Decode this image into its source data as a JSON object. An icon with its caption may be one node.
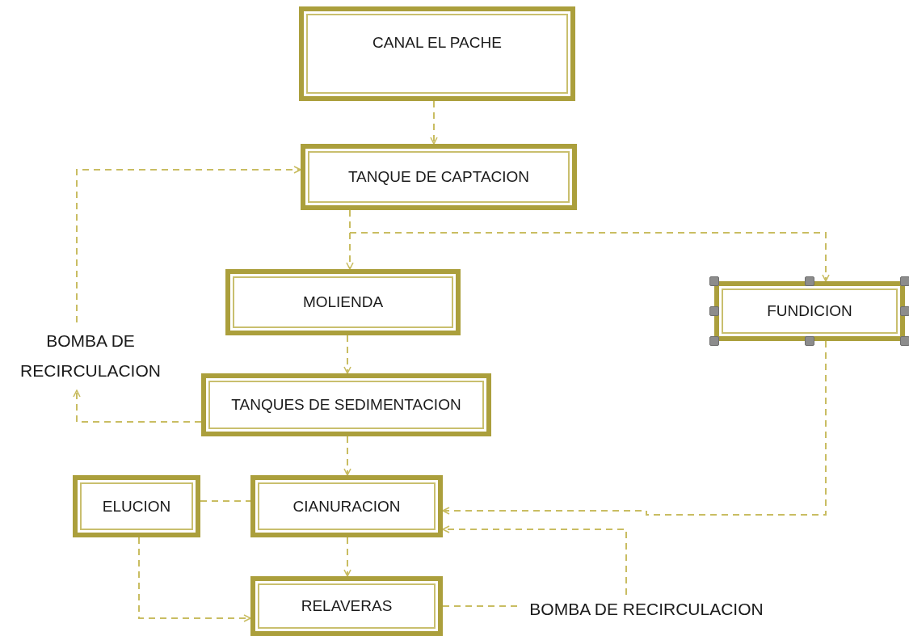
{
  "diagram": {
    "nodes": [
      {
        "text": [
          "CANAL EL PACHE"
        ]
      },
      {
        "text": [
          "TANQUE DE CAPTACION"
        ]
      },
      {
        "text": [
          "MOLIENDA"
        ]
      },
      {
        "text": [
          "FUNDICION"
        ]
      },
      {
        "text": [
          "TANQUES DE SEDIMENTACION"
        ]
      },
      {
        "text": [
          "CIANURACION"
        ]
      },
      {
        "text": [
          "ELUCION"
        ]
      },
      {
        "text": [
          "RELAVERAS"
        ]
      },
      {
        "text": [
          "BOMBA DE RECIRCULACION"
        ]
      },
      {
        "text": [
          "BOMBA DE RECIRCULACION"
        ]
      }
    ],
    "edges": [
      {
        "from": 0,
        "to": 1,
        "arrow": "to",
        "style": "dashed"
      },
      {
        "from": 1,
        "to": 2,
        "arrow": "to",
        "style": "dashed"
      },
      {
        "from": 1,
        "to": 3,
        "arrow": "to",
        "style": "dashed"
      },
      {
        "from": 2,
        "to": 4,
        "arrow": "to",
        "style": "dashed"
      },
      {
        "from": 4,
        "to": 8,
        "arrow": "to",
        "style": "dashed"
      },
      {
        "from": 8,
        "to": 1,
        "arrow": "to",
        "style": "dashed"
      },
      {
        "from": 4,
        "to": 5,
        "arrow": "to",
        "style": "dashed"
      },
      {
        "from": 6,
        "to": 5,
        "arrow": "none",
        "style": "dashed"
      },
      {
        "from": 3,
        "to": 5,
        "arrow": "to",
        "style": "dashed"
      },
      {
        "from": 9,
        "to": 5,
        "arrow": "to",
        "style": "dashed"
      },
      {
        "from": 5,
        "to": 7,
        "arrow": "to",
        "style": "dashed"
      },
      {
        "from": 6,
        "to": 7,
        "arrow": "to",
        "style": "dashed"
      },
      {
        "from": 7,
        "to": 9,
        "arrow": "none",
        "style": "dashed"
      }
    ]
  }
}
